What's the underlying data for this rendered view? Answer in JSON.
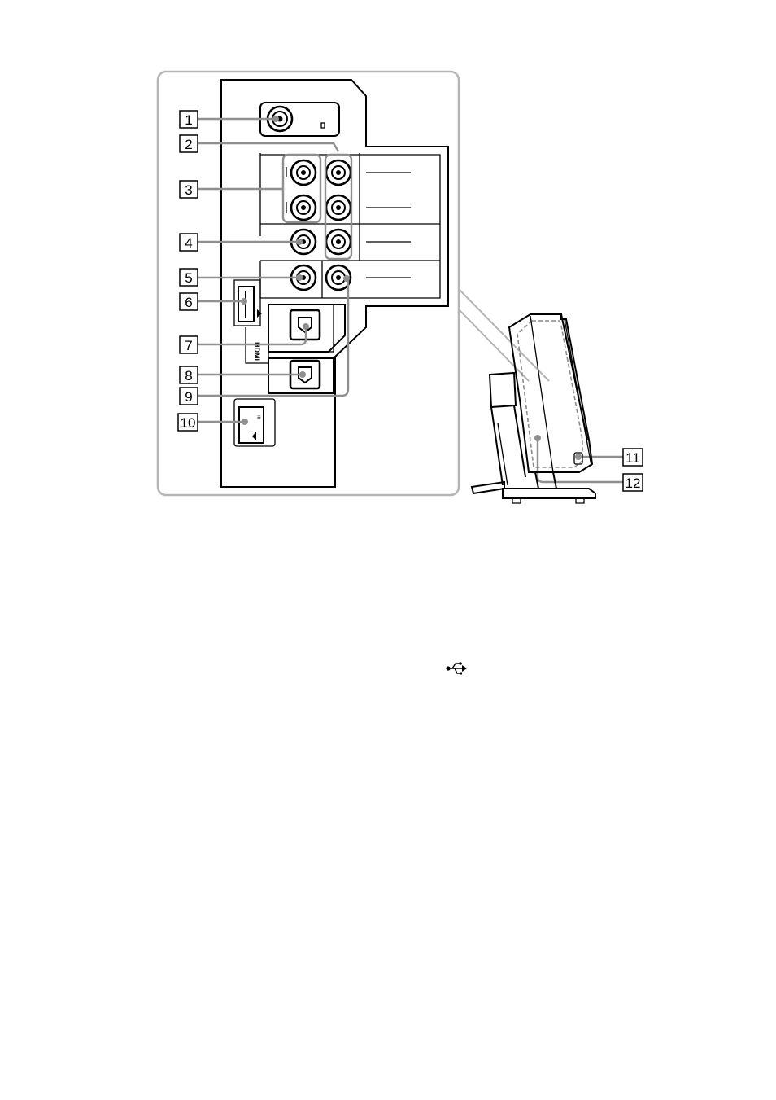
{
  "figure": {
    "callouts": [
      "1",
      "2",
      "3",
      "4",
      "5",
      "6",
      "7",
      "8",
      "9",
      "10",
      "11",
      "12"
    ],
    "icons": {
      "detail_frame": "rounded-rectangle-inset",
      "usb": "usb-trident-icon",
      "connector_types": [
        "antenna-jack",
        "rca-jack",
        "hdmi-port",
        "optical-port",
        "usb-port",
        "side-view-device"
      ]
    },
    "colors": {
      "line": "#000000",
      "leader": "#8f8f8f",
      "frame": "#b5b5b5"
    }
  }
}
